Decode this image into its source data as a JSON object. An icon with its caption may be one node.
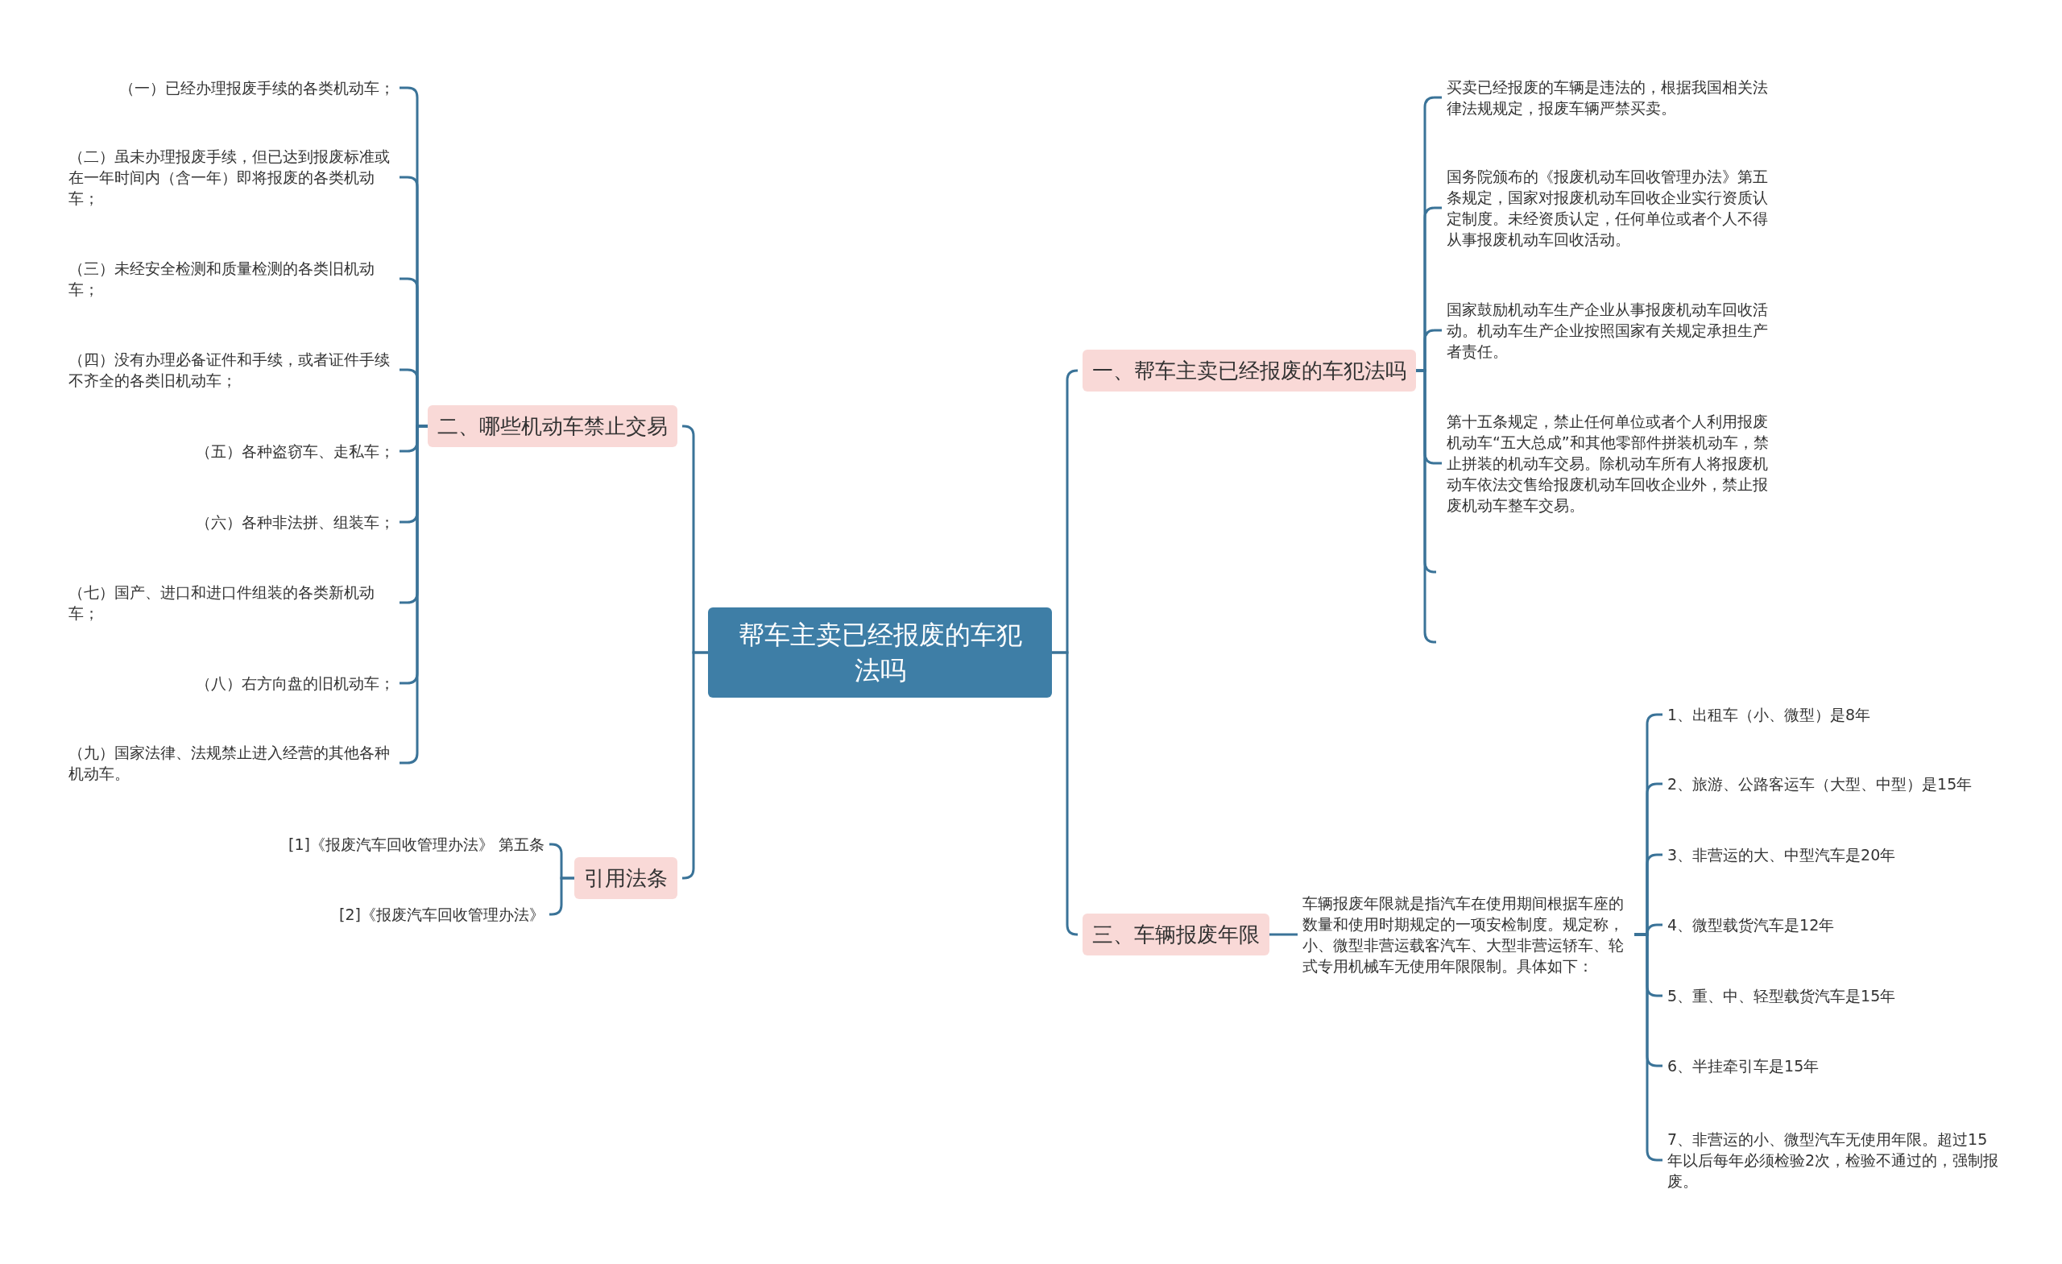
{
  "diagram": {
    "nodes": [
      {
        "text": [
          "帮车主卖已经报废的车犯法吗"
        ]
      },
      {
        "text": [
          "一、帮车主卖已经报废的车犯法吗"
        ]
      },
      {
        "text": [
          "买卖已经报废的车辆是违法的，根据我国相关法律法规规定，报废车辆严禁买卖。"
        ]
      },
      {
        "text": [
          "国务院颁布的《报废机动车回收管理办法》第五条规定，国家对报废机动车回收企业实行资质认定制度。未经资质认定，任何单位或者个人不得从事报废机动车回收活动。"
        ]
      },
      {
        "text": [
          "国家鼓励机动车生产企业从事报废机动车回收活动。机动车生产企业按照国家有关规定承担生产者责任。"
        ]
      },
      {
        "text": [
          "第十五条规定，禁止任何单位或者个人利用报废机动车“五大总成”和其他零部件拼装机动车，禁止拼装的机动车交易。除机动车所有人将报废机动车依法交售给报废机动车回收企业外，禁止报废机动车整车交易。"
        ]
      },
      {
        "text": [
          "三、车辆报废年限"
        ]
      },
      {
        "text": [
          "车辆报废年限就是指汽车在使用期间根据车座的数量和使用时期规定的一项安检制度。规定称，小、微型非营运载客汽车、大型非营运轿车、轮式专用机械车无使用年限限制。具体如下："
        ]
      },
      {
        "text": [
          "1、出租车（小、微型）是8年"
        ]
      },
      {
        "text": [
          "2、旅游、公路客运车（大型、中型）是15年"
        ]
      },
      {
        "text": [
          "3、非营运的大、中型汽车是20年"
        ]
      },
      {
        "text": [
          "4、微型载货汽车是12年"
        ]
      },
      {
        "text": [
          "5、重、中、轻型载货汽车是15年"
        ]
      },
      {
        "text": [
          "6、半挂牵引车是15年"
        ]
      },
      {
        "text": [
          "7、非营运的小、微型汽车无使用年限。超过15年以后每年必须检验2次，检验不通过的，强制报废。"
        ]
      },
      {
        "text": [
          "二、哪些机动车禁止交易"
        ]
      },
      {
        "text": [
          "（一）已经办理报废手续的各类机动车；"
        ]
      },
      {
        "text": [
          "（二）虽未办理报废手续，但已达到报废标准或在一年时间内（含一年）即将报废的各类机动车；"
        ]
      },
      {
        "text": [
          "（三）未经安全检测和质量检测的各类旧机动车；"
        ]
      },
      {
        "text": [
          "（四）没有办理必备证件和手续，或者证件手续不齐全的各类旧机动车；"
        ]
      },
      {
        "text": [
          "（五）各种盗窃车、走私车；"
        ]
      },
      {
        "text": [
          "（六）各种非法拼、组装车；"
        ]
      },
      {
        "text": [
          "（七）国产、进口和进口件组装的各类新机动车；"
        ]
      },
      {
        "text": [
          "（八）右方向盘的旧机动车；"
        ]
      },
      {
        "text": [
          "（九）国家法律、法规禁止进入经营的其他各种机动车。"
        ]
      },
      {
        "text": [
          "引用法条"
        ]
      },
      {
        "text": [
          "[1]《报废汽车回收管理办法》 第五条"
        ]
      },
      {
        "text": [
          "[2]《报废汽车回收管理办法》"
        ]
      }
    ],
    "edges": [
      {
        "from": 0,
        "to": 1,
        "arrow": "none"
      },
      {
        "from": 0,
        "to": 6,
        "arrow": "none"
      },
      {
        "from": 0,
        "to": 15,
        "arrow": "none"
      },
      {
        "from": 0,
        "to": 25,
        "arrow": "none"
      },
      {
        "from": 1,
        "to": 2,
        "arrow": "none"
      },
      {
        "from": 1,
        "to": 3,
        "arrow": "none"
      },
      {
        "from": 1,
        "to": 4,
        "arrow": "none"
      },
      {
        "from": 1,
        "to": 5,
        "arrow": "none"
      },
      {
        "from": 1,
        "to": null,
        "arrow": "none"
      },
      {
        "from": 1,
        "to": null,
        "arrow": "none"
      },
      {
        "from": 6,
        "to": 7,
        "arrow": "none"
      },
      {
        "from": 7,
        "to": 8,
        "arrow": "none"
      },
      {
        "from": 7,
        "to": 9,
        "arrow": "none"
      },
      {
        "from": 7,
        "to": 10,
        "arrow": "none"
      },
      {
        "from": 7,
        "to": 11,
        "arrow": "none"
      },
      {
        "from": 7,
        "to": 12,
        "arrow": "none"
      },
      {
        "from": 7,
        "to": 13,
        "arrow": "none"
      },
      {
        "from": 7,
        "to": 14,
        "arrow": "none"
      },
      {
        "from": 15,
        "to": 16,
        "arrow": "none"
      },
      {
        "from": 15,
        "to": 17,
        "arrow": "none"
      },
      {
        "from": 15,
        "to": 18,
        "arrow": "none"
      },
      {
        "from": 15,
        "to": 19,
        "arrow": "none"
      },
      {
        "from": 15,
        "to": 20,
        "arrow": "none"
      },
      {
        "from": 15,
        "to": 21,
        "arrow": "none"
      },
      {
        "from": 15,
        "to": 22,
        "arrow": "none"
      },
      {
        "from": 15,
        "to": 23,
        "arrow": "none"
      },
      {
        "from": 15,
        "to": 24,
        "arrow": "none"
      },
      {
        "from": 25,
        "to": 26,
        "arrow": "none"
      },
      {
        "from": 25,
        "to": 27,
        "arrow": "none"
      }
    ]
  }
}
